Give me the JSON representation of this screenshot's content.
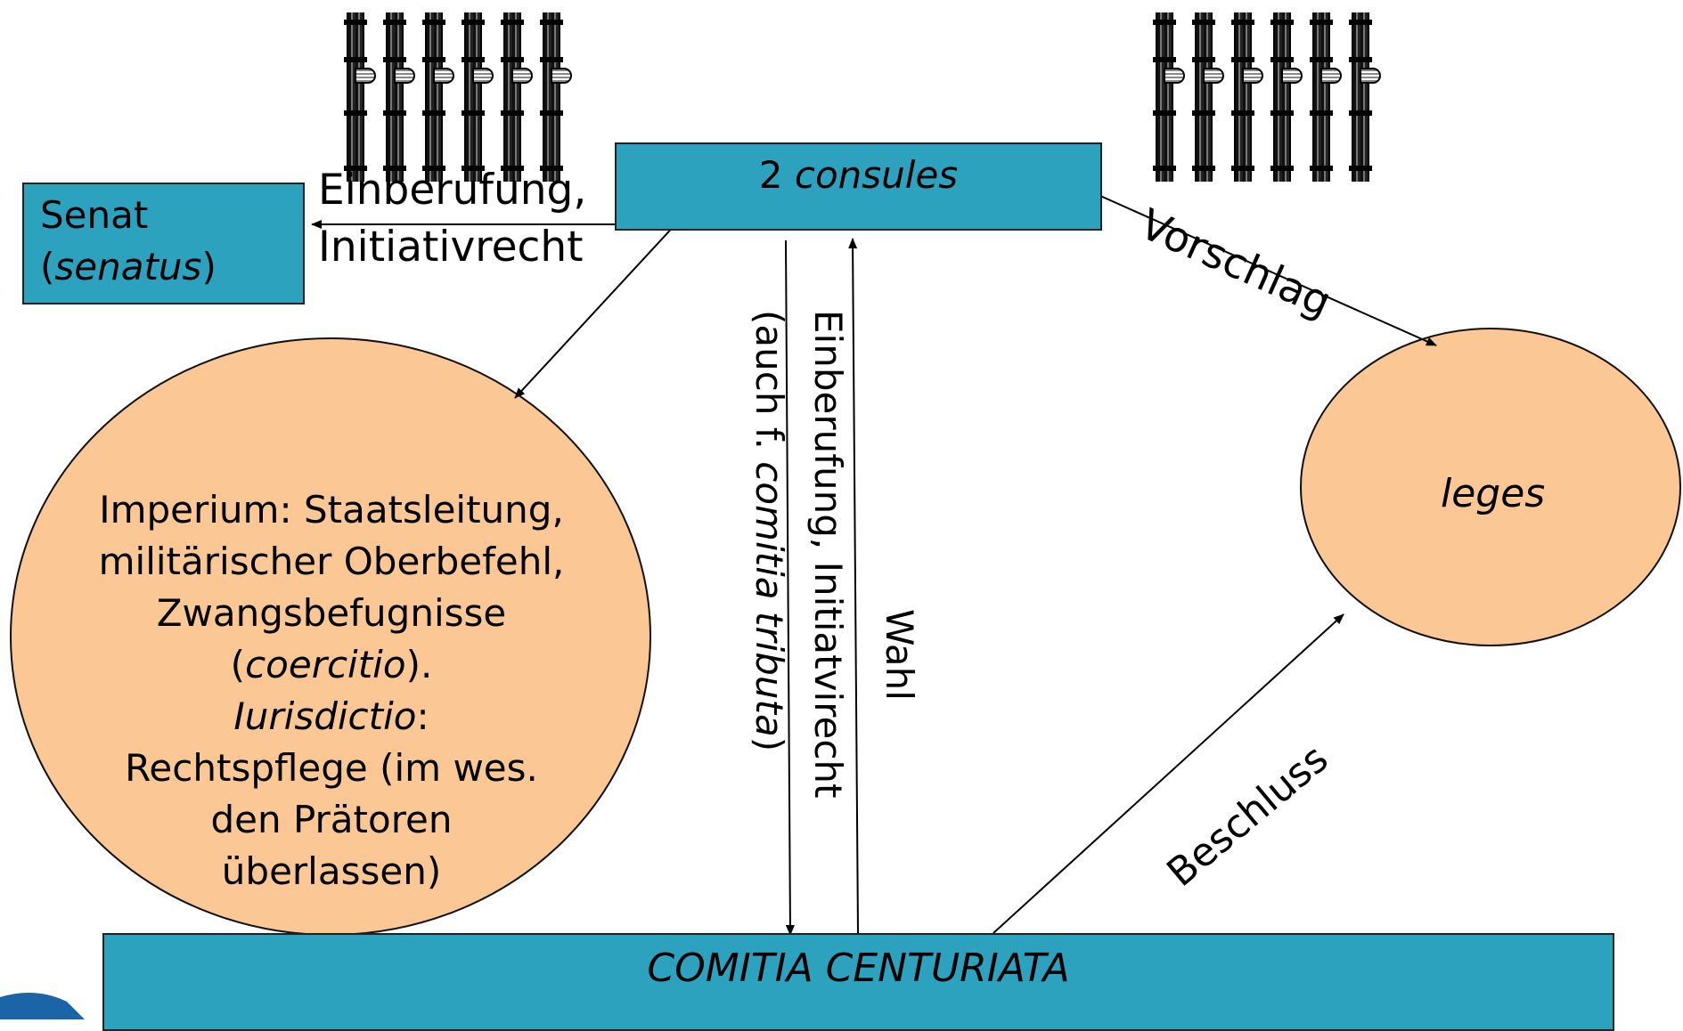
{
  "consuls": {
    "number": "2",
    "name": "consules"
  },
  "senate": {
    "name": "Senat",
    "latin_open": "(",
    "latin": "senatus",
    "latin_close": ")"
  },
  "edge_senate": {
    "line1": "Einberufung,",
    "line2": "Initiativrecht"
  },
  "edge_proposal": {
    "label": "Vorschlag"
  },
  "edge_convocation": {
    "line1": "Einberufung, Initiatvirecht",
    "line2_prefix": "(auch f. ",
    "line2_italic": "comitia tributa",
    "line2_suffix": ")"
  },
  "edge_election": {
    "label": "Wahl"
  },
  "edge_decision": {
    "label": "Beschluss"
  },
  "imperium": {
    "line1": "Imperium: Staatsleitung,",
    "line2": "militärischer Oberbefehl,",
    "line3": "Zwangsbefugnisse",
    "line4_open": "(",
    "line4_italic": "coercitio",
    "line4_close": ").",
    "line5_italic": "Iurisdictio",
    "line5_suffix": ":",
    "line6": "Rechtspflege (im wes.",
    "line7": "den Prätoren",
    "line8": "überlassen)"
  },
  "leges": {
    "label": "leges"
  },
  "comitia": {
    "label": "COMITIA CENTURIATA"
  },
  "colors": {
    "box": "#2da2be",
    "circle": "#fbc795",
    "corner": "#1b64a8"
  },
  "icons": [
    "fasces-icon",
    "fasces-icon"
  ]
}
